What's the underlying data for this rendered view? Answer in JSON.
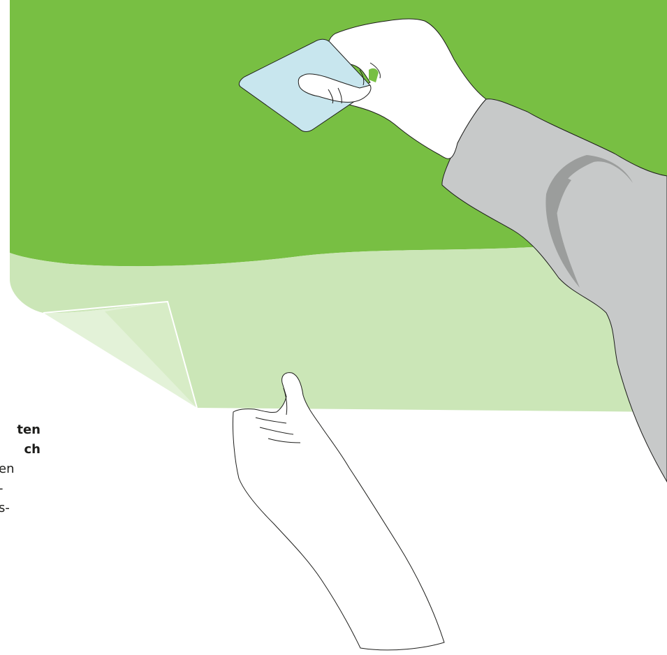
{
  "caption": {
    "line1": "ten",
    "line2": "ch",
    "line3": "en",
    "line4": "-",
    "line5": "s-"
  },
  "colors": {
    "film_green": "#78bf43",
    "film_backing": "#cbe6b7",
    "peel_corner_light": "#e3f2d8",
    "squeegee": "#c8e6ee",
    "sleeve": "#c7c9c9",
    "sleeve_fold": "#9b9d9c",
    "outline": "#1d1d1b"
  },
  "icons": [
    "green-film",
    "peeled-backing",
    "squeegee-card",
    "hand-with-squeegee",
    "sleeved-arm",
    "hand-peeling-backing"
  ]
}
